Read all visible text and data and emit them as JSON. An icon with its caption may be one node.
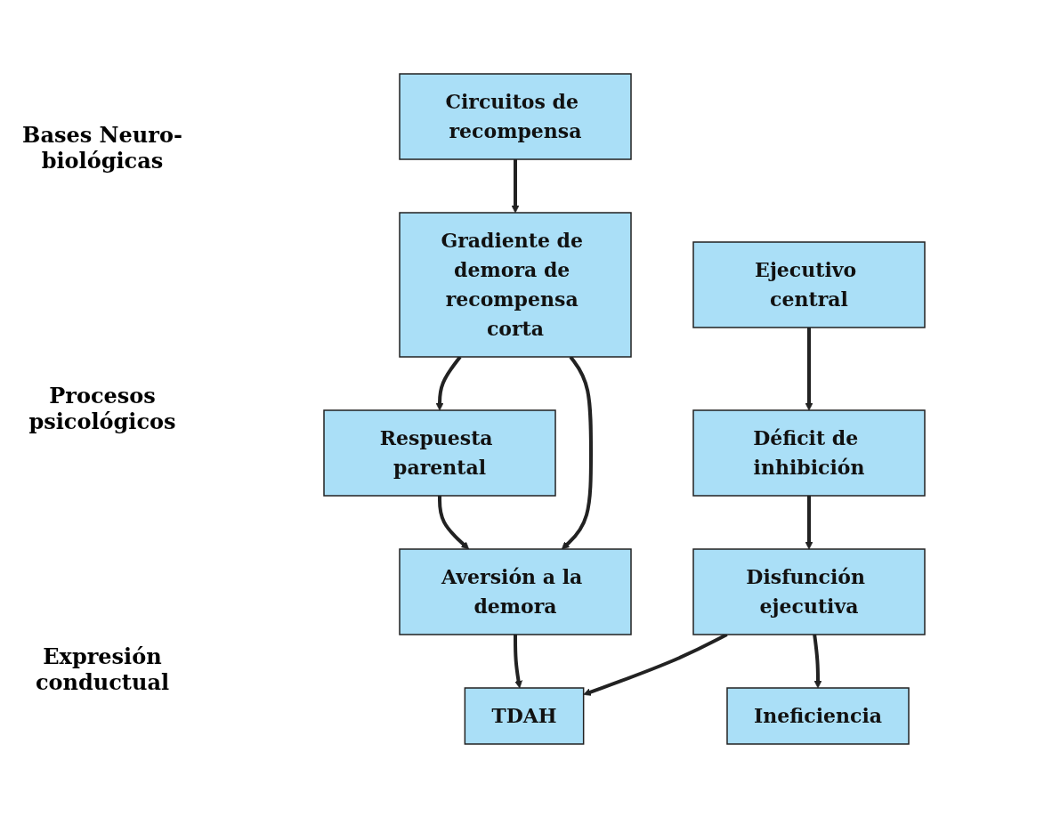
{
  "diagram": {
    "nodes": [
      {
        "text": [
          "Ejecutivo central"
        ]
      },
      {
        "text": [
          "Circuitos de recompensa"
        ]
      },
      {
        "text": [
          "Déficit de inhibición"
        ]
      },
      {
        "text": [
          "Gradiente de demora de recompensa corta"
        ]
      },
      {
        "text": [
          "Respuesta parental"
        ]
      },
      {
        "text": [
          "Disfunción ejecutiva"
        ]
      },
      {
        "text": [
          "Aversión a la demora"
        ]
      },
      {
        "text": [
          "TDAH"
        ]
      },
      {
        "text": [
          "Ineficiencia"
        ]
      }
    ],
    "edges": [
      {
        "from": 0,
        "to": 2,
        "arrow": "to"
      },
      {
        "from": 1,
        "to": 3,
        "arrow": "to"
      },
      {
        "from": 2,
        "to": 5,
        "arrow": "to"
      },
      {
        "from": 3,
        "to": 4,
        "arrow": "to"
      },
      {
        "from": 3,
        "to": 6,
        "arrow": "to"
      },
      {
        "from": 4,
        "to": 6,
        "arrow": "to"
      },
      {
        "from": 5,
        "to": 7,
        "arrow": "to"
      },
      {
        "from": 6,
        "to": 7,
        "arrow": "to"
      },
      {
        "from": 5,
        "to": 8,
        "arrow": "to"
      }
    ],
    "labels": [
      "Bases Neuro-biológicas",
      "Procesos psicológicos",
      "Expresión conductual"
    ]
  }
}
